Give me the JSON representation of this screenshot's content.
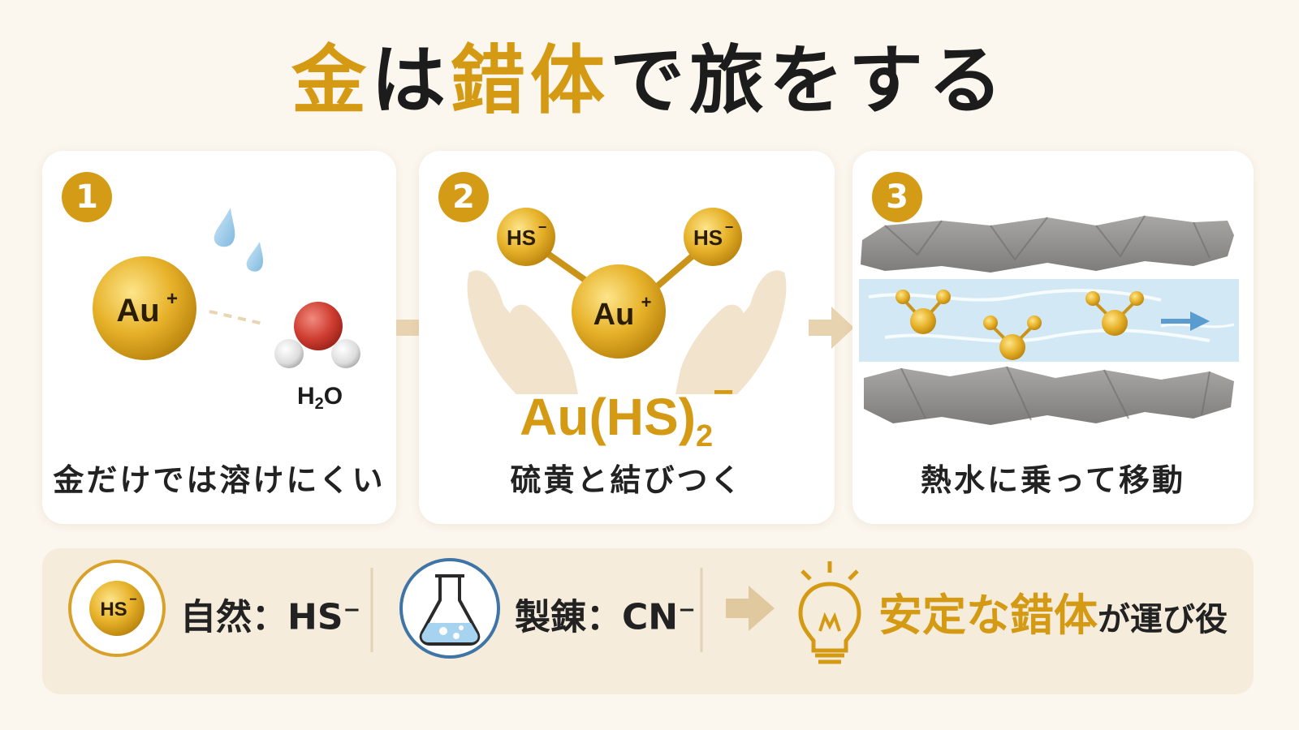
{
  "title": {
    "part1": "金",
    "part2": "は",
    "part3": "錯体",
    "part4": "で旅をする"
  },
  "steps": [
    {
      "number": "1",
      "caption": "金だけでは溶けにくい",
      "ion_label": "Au",
      "ion_charge": "+",
      "water_label": "H",
      "water_sub": "2",
      "water_o": "O"
    },
    {
      "number": "2",
      "caption": "硫黄と結びつく",
      "ion_label": "Au",
      "ion_charge": "+",
      "ligand_label": "HS",
      "ligand_charge": "−",
      "formula_main": "Au(HS)",
      "formula_sub": "2",
      "formula_charge": "−"
    },
    {
      "number": "3",
      "caption": "熱水に乗って移動"
    }
  ],
  "summary": {
    "natural_icon_label": "HS",
    "natural_icon_charge": "−",
    "natural_label": "自然：HS",
    "natural_charge": "−",
    "refining_label": "製錬：CN",
    "refining_charge": "−",
    "conclusion_gold": "安定な錯体",
    "conclusion_rest": "が運び役"
  },
  "colors": {
    "gold": "#d49a13",
    "badge": "#d39b16",
    "water": "#bcdcef",
    "rock": "#8d8c8a",
    "arrow": "#e8d3b0"
  }
}
